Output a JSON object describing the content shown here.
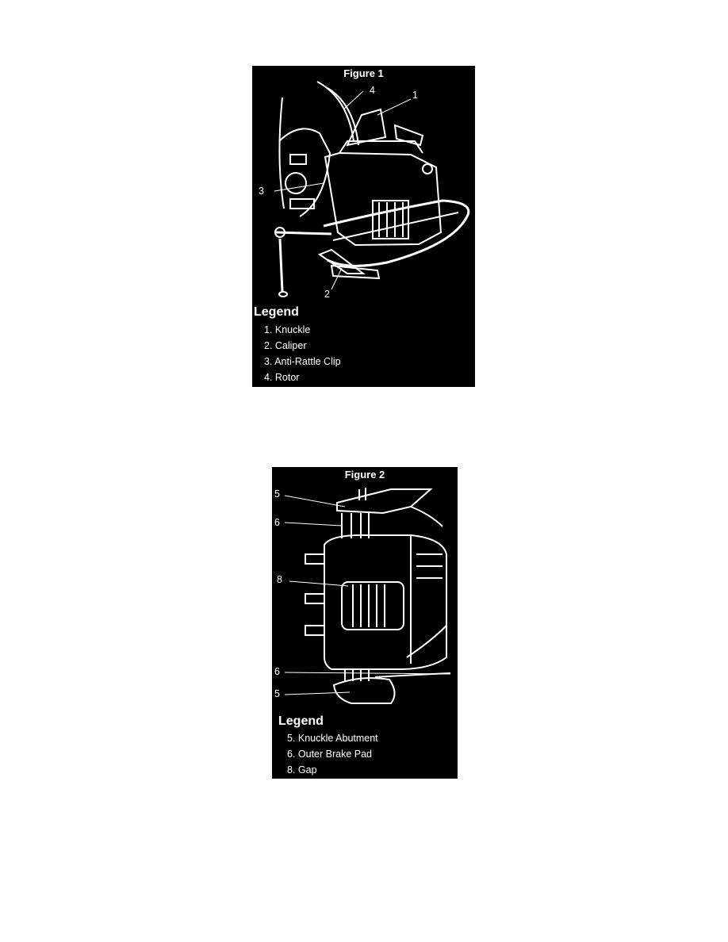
{
  "figure1": {
    "title": "Figure 1",
    "callouts": [
      "4",
      "1",
      "3",
      "2"
    ],
    "legend_title": "Legend",
    "legend": [
      "1. Knuckle",
      "2. Caliper",
      "3. Anti-Rattle Clip",
      "4. Rotor"
    ]
  },
  "figure2": {
    "title": "Figure 2",
    "callouts": [
      "5",
      "6",
      "8",
      "6",
      "5"
    ],
    "legend_title": "Legend",
    "legend": [
      "5. Knuckle Abutment",
      "6. Outer Brake Pad",
      "8. Gap"
    ]
  }
}
